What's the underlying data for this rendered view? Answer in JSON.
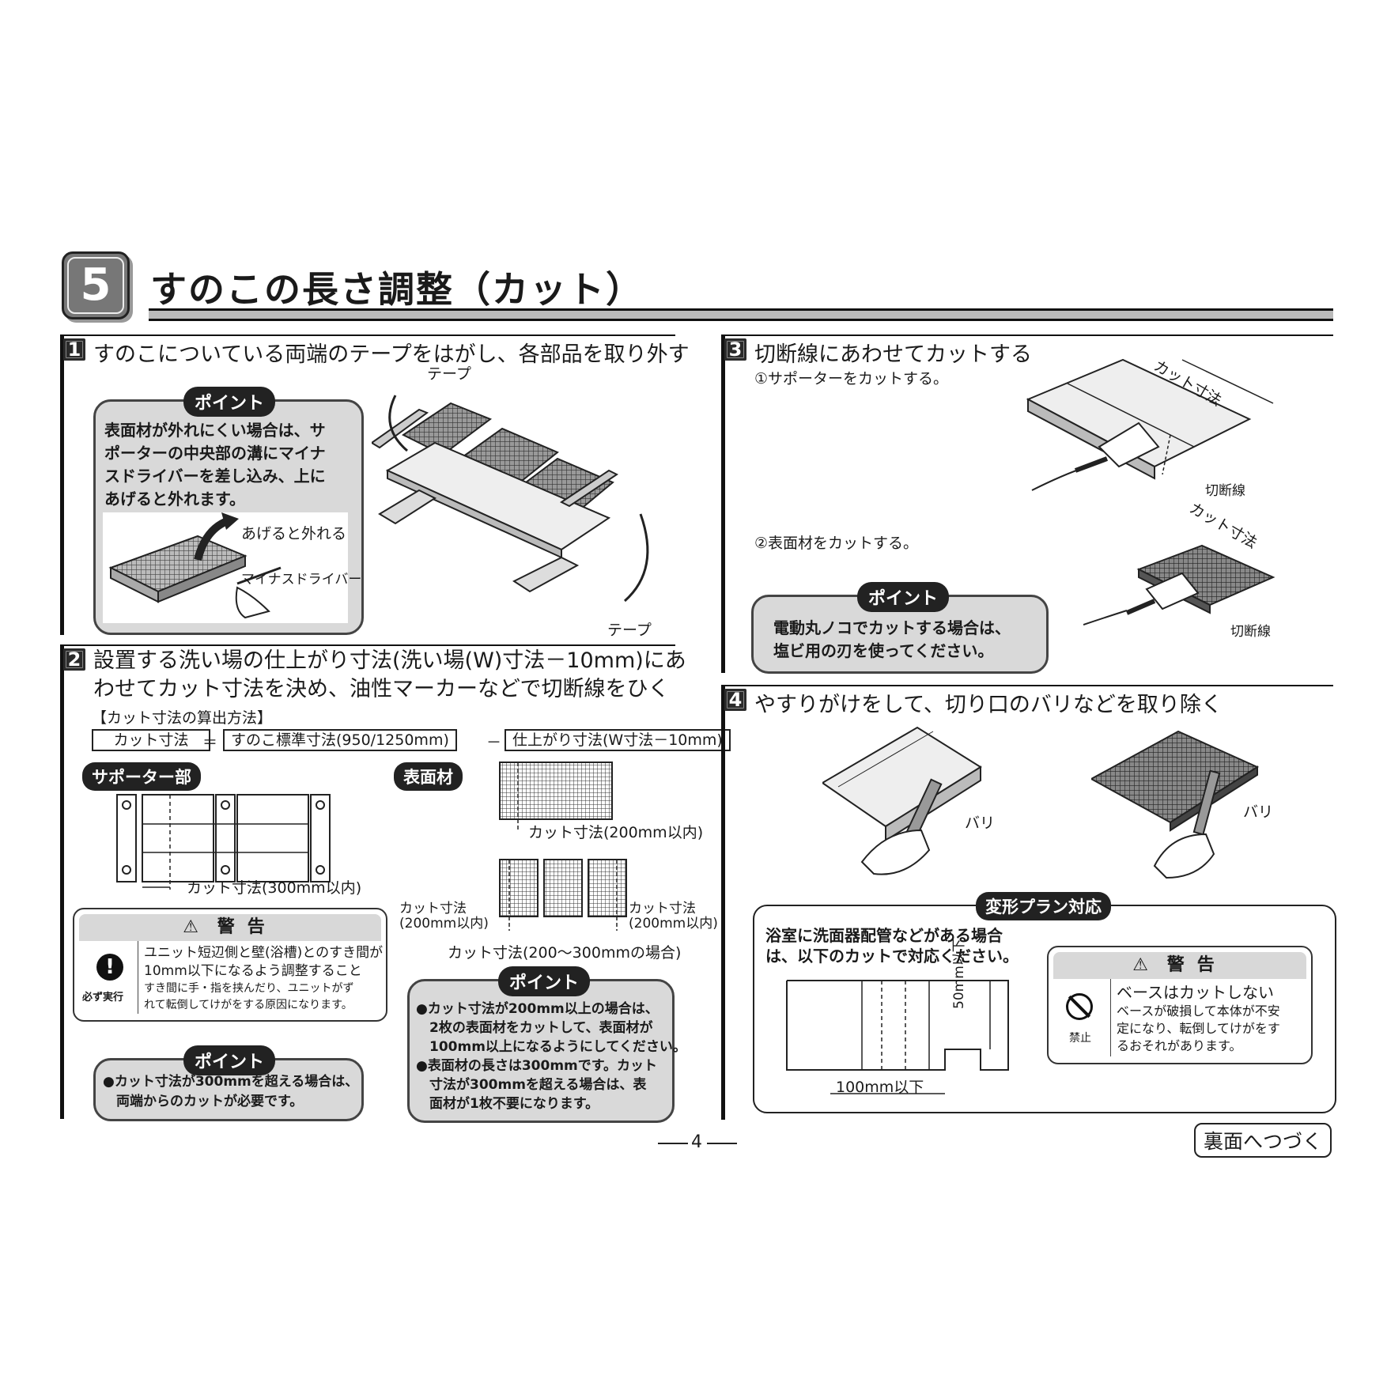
{
  "header": {
    "step_number": "5",
    "title": "すのこの長さ調整（カット）"
  },
  "s1": {
    "num": "1",
    "title": "すのこについている両端のテープをはがし、各部品を取り外す",
    "tape_label_top": "テープ",
    "tape_label_bottom": "テープ",
    "point_tag": "ポイント",
    "point_lines": [
      "表面材が外れにくい場合は、サ",
      "ポーターの中央部の溝にマイナ",
      "スドライバーを差し込み、上に",
      "あげると外れます。"
    ],
    "lift_label": "あげると外れる",
    "driver_label": "マイナスドライバー"
  },
  "s2": {
    "num": "2",
    "title_lines": [
      "設置する洗い場の仕上がり寸法(洗い場(W)寸法－10mm)にあ",
      "わせてカット寸法を決め、油性マーカーなどで切断線をひく"
    ],
    "calc_label": "【カット寸法の算出方法】",
    "formula": {
      "cut": "カット寸法",
      "eq": "＝",
      "std": "すのこ標準寸法(950/1250mm)",
      "minus": "－",
      "finish": "仕上がり寸法(W寸法－10mm)"
    },
    "supporter_tag": "サポーター部",
    "surface_tag": "表面材",
    "supporter_cut": "カット寸法(300mm以内)",
    "surface_cut": "カット寸法(200mm以内)",
    "left_cut": [
      "カット寸法",
      "(200mm以内)"
    ],
    "right_cut": [
      "カット寸法",
      "(200mm以内)"
    ],
    "range_cut": "カット寸法(200～300mmの場合)",
    "warning": {
      "head": "警告",
      "icon_label": "必ず実行",
      "lines_main": [
        "ユニット短辺側と壁(浴槽)とのすき間が",
        "10mm以下になるよう調整すること"
      ],
      "lines_sub": [
        "すき間に手・指を挟んだり、ユニットがず",
        "れて転倒してけがをする原因になります。"
      ]
    },
    "point1_tag": "ポイント",
    "point1_lines": [
      "●カット寸法が300mmを超える場合は、",
      "　両端からのカットが必要です。"
    ],
    "point2_tag": "ポイント",
    "point2_lines": [
      "●カット寸法が200mm以上の場合は、",
      "　2枚の表面材をカットして、表面材が",
      "　100mm以上になるようにしてください。",
      "●表面材の長さは300mmです。カット",
      "　寸法が300mmを超える場合は、表",
      "　面材が1枚不要になります。"
    ]
  },
  "s3": {
    "num": "3",
    "title": "切断線にあわせてカットする",
    "sub1": "①サポーターをカットする。",
    "sub2": "②表面材をカットする。",
    "cut_label_1": "カット寸法",
    "cut_label_2": "カット寸法",
    "line_label_1": "切断線",
    "line_label_2": "切断線",
    "point_tag": "ポイント",
    "point_lines": [
      "電動丸ノコでカットする場合は、",
      "塩ビ用の刃を使ってください。"
    ]
  },
  "s4": {
    "num": "4",
    "title": "やすりがけをして、切り口のバリなどを取り除く",
    "burr_1": "バリ",
    "burr_2": "バリ",
    "variant_tag": "変形プラン対応",
    "variant_lines": [
      "浴室に洗面器配管などがある場合",
      "は、以下のカットで対応ください。"
    ],
    "dim_100": "100mm以下",
    "dim_50": "50mm以下",
    "warning": {
      "head": "警告",
      "icon_label": "禁止",
      "line_main": "ベースはカットしない",
      "lines_sub": [
        "ベースが破損して本体が不安",
        "定になり、転倒してけがをす",
        "るおそれがあります。"
      ]
    }
  },
  "footer": {
    "page": "4",
    "continue": "裏面へつづく"
  }
}
